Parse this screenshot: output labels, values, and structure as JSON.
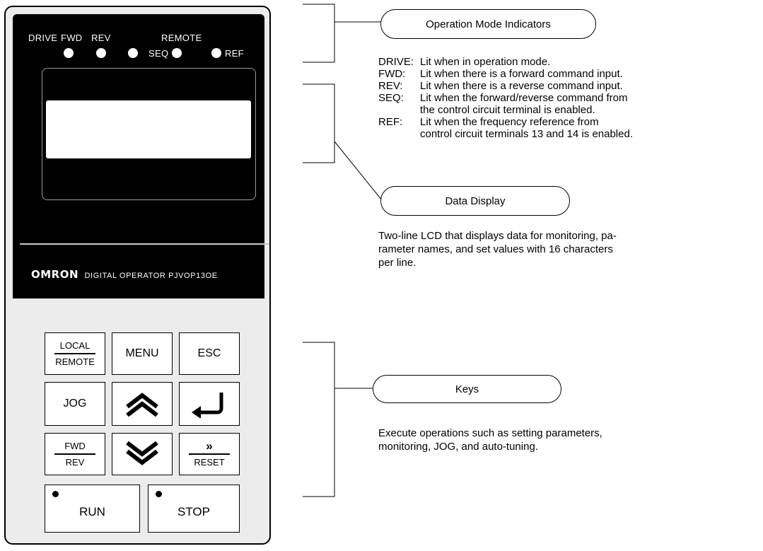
{
  "panel": {
    "indicators": {
      "drive": "DRIVE",
      "fwd": "FWD",
      "rev": "REV",
      "remote": "REMOTE",
      "seq": "SEQ",
      "ref": "REF"
    },
    "brand": "OMRON",
    "model": "DIGITAL OPERATOR PJVOP13OE",
    "keys": {
      "local_top": "LOCAL",
      "local_bottom": "REMOTE",
      "menu": "MENU",
      "esc": "ESC",
      "jog": "JOG",
      "fwd_top": "FWD",
      "fwd_bottom": "REV",
      "reset_top": "»",
      "reset_bottom": "RESET",
      "run": "RUN",
      "stop": "STOP"
    }
  },
  "callouts": {
    "operation_mode": {
      "title": "Operation Mode Indicators",
      "definitions": [
        {
          "term": "DRIVE:",
          "text": "Lit when in operation mode."
        },
        {
          "term": "FWD:",
          "text": "Lit when there is a forward command input."
        },
        {
          "term": "REV:",
          "text": "Lit when there is a reverse command input."
        },
        {
          "term": "SEQ:",
          "text": "Lit when the forward/reverse command from"
        },
        {
          "term": "",
          "text": "the control circuit terminal is enabled."
        },
        {
          "term": "REF:",
          "text": "Lit when the frequency reference from"
        },
        {
          "term": "",
          "text": "control circuit terminals 13 and 14 is enabled."
        }
      ]
    },
    "data_display": {
      "title": "Data Display",
      "lines": [
        "Two-line LCD that displays data for monitoring, pa-",
        "rameter names, and set values with 16 characters",
        "per line."
      ]
    },
    "keys": {
      "title": "Keys",
      "lines": [
        "Execute operations such as setting parameters,",
        "monitoring, JOG, and auto-tuning."
      ]
    }
  }
}
